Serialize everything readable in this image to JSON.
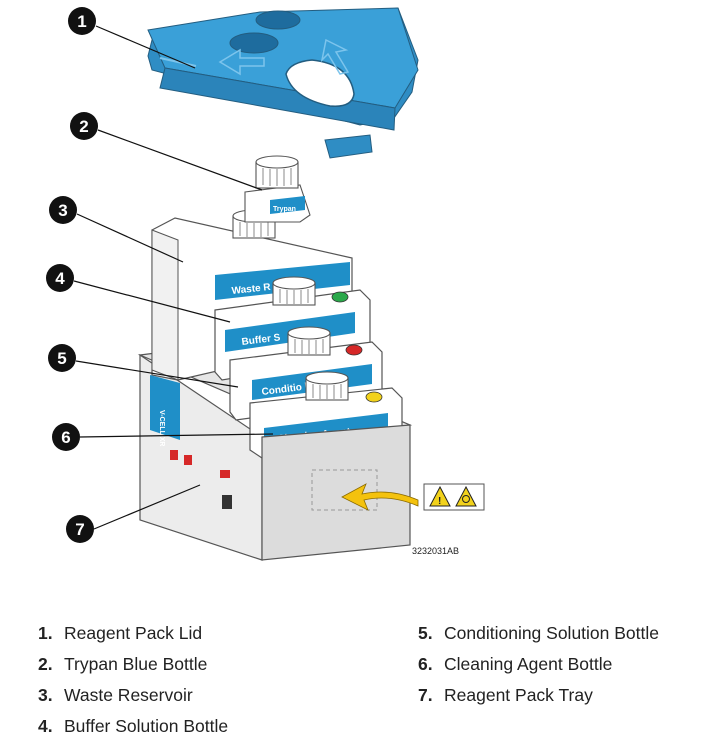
{
  "figure": {
    "code": "3232031AB",
    "bottle_labels": {
      "trypan": "Trypan",
      "waste": "Waste R",
      "buffer": "Buffer S",
      "conditioning": "Conditio     lution",
      "cleaning": "Cleaning Agent"
    },
    "tray_side_text": "V-CELL XR",
    "callouts": [
      "1",
      "2",
      "3",
      "4",
      "5",
      "6",
      "7"
    ]
  },
  "legend": {
    "left": [
      {
        "num": "1.",
        "text": "Reagent Pack Lid"
      },
      {
        "num": "2.",
        "text": "Trypan Blue Bottle"
      },
      {
        "num": "3.",
        "text": "Waste Reservoir"
      },
      {
        "num": "4.",
        "text": "Buffer Solution Bottle"
      }
    ],
    "right": [
      {
        "num": "5.",
        "text": "Conditioning Solution Bottle"
      },
      {
        "num": "6.",
        "text": "Cleaning Agent Bottle"
      },
      {
        "num": "7.",
        "text": "Reagent Pack Tray"
      }
    ]
  },
  "colors": {
    "lid_blue": "#3aa0d8",
    "label_blue": "#1f8fc8",
    "tray_grey": "#dcdcdc",
    "cap_green": "#2aa84a",
    "cap_red": "#d62828",
    "cap_yellow": "#f2d21b",
    "arrow_yellow": "#f4c20d"
  }
}
